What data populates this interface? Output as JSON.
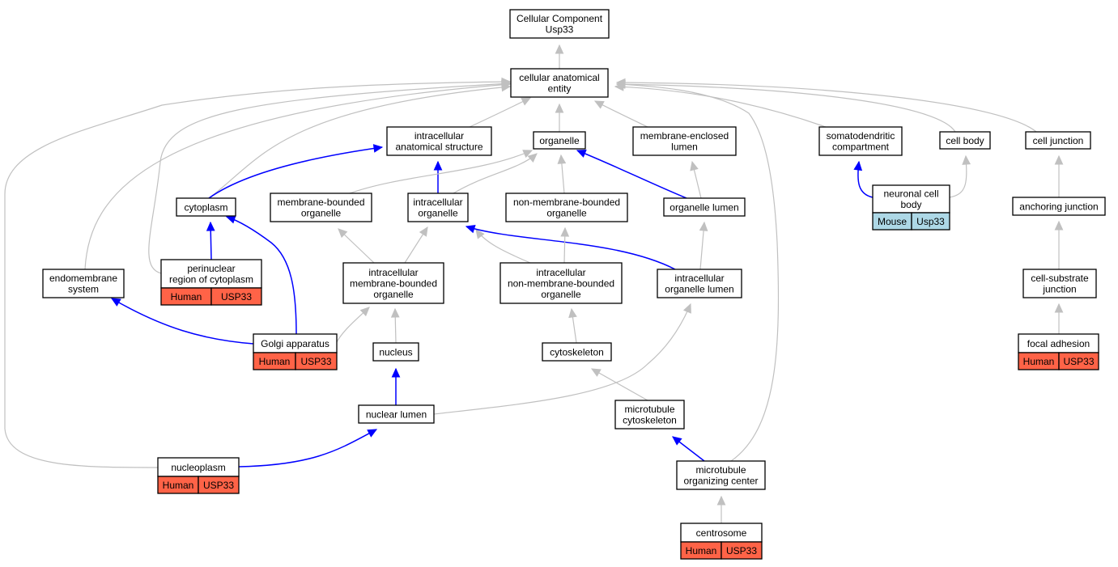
{
  "colors": {
    "human": "#ff6347",
    "mouse": "#add8e6",
    "edge_is_a": "#c0c0c0",
    "edge_part_of": "#0000ff"
  },
  "nodes": [
    {
      "id": "root",
      "lines": [
        "Cellular Component",
        "Usp33"
      ]
    },
    {
      "id": "cae",
      "lines": [
        "cellular anatomical",
        "entity"
      ]
    },
    {
      "id": "ias",
      "lines": [
        "intracellular",
        "anatomical structure"
      ]
    },
    {
      "id": "org",
      "lines": [
        "organelle"
      ]
    },
    {
      "id": "mel",
      "lines": [
        "membrane-enclosed",
        "lumen"
      ]
    },
    {
      "id": "somato",
      "lines": [
        "somatodendritic",
        "compartment"
      ]
    },
    {
      "id": "cellbody",
      "lines": [
        "cell body"
      ]
    },
    {
      "id": "celljunc",
      "lines": [
        "cell junction"
      ]
    },
    {
      "id": "cyto",
      "lines": [
        "cytoplasm"
      ]
    },
    {
      "id": "mbo",
      "lines": [
        "membrane-bounded",
        "organelle"
      ]
    },
    {
      "id": "io",
      "lines": [
        "intracellular",
        "organelle"
      ]
    },
    {
      "id": "nmbo",
      "lines": [
        "non-membrane-bounded",
        "organelle"
      ]
    },
    {
      "id": "ol",
      "lines": [
        "organelle lumen"
      ]
    },
    {
      "id": "ncb",
      "lines": [
        "neuronal cell",
        "body"
      ],
      "annot": [
        "Mouse",
        "Usp33"
      ],
      "species": "mouse"
    },
    {
      "id": "aj",
      "lines": [
        "anchoring junction"
      ]
    },
    {
      "id": "endo",
      "lines": [
        "endomembrane",
        "system"
      ]
    },
    {
      "id": "peri",
      "lines": [
        "perinuclear",
        "region of cytoplasm"
      ],
      "annot": [
        "Human",
        "USP33"
      ],
      "species": "human"
    },
    {
      "id": "imbo",
      "lines": [
        "intracellular",
        "membrane-bounded",
        "organelle"
      ]
    },
    {
      "id": "inmbo",
      "lines": [
        "intracellular",
        "non-membrane-bounded",
        "organelle"
      ]
    },
    {
      "id": "iol",
      "lines": [
        "intracellular",
        "organelle lumen"
      ]
    },
    {
      "id": "csj",
      "lines": [
        "cell-substrate",
        "junction"
      ]
    },
    {
      "id": "golgi",
      "lines": [
        "Golgi apparatus"
      ],
      "annot": [
        "Human",
        "USP33"
      ],
      "species": "human"
    },
    {
      "id": "nucleus",
      "lines": [
        "nucleus"
      ]
    },
    {
      "id": "cytosk",
      "lines": [
        "cytoskeleton"
      ]
    },
    {
      "id": "fa",
      "lines": [
        "focal adhesion"
      ],
      "annot": [
        "Human",
        "USP33"
      ],
      "species": "human"
    },
    {
      "id": "nl",
      "lines": [
        "nuclear lumen"
      ]
    },
    {
      "id": "mtc",
      "lines": [
        "microtubule",
        "cytoskeleton"
      ]
    },
    {
      "id": "nucleoplasm",
      "lines": [
        "nucleoplasm"
      ],
      "annot": [
        "Human",
        "USP33"
      ],
      "species": "human"
    },
    {
      "id": "mtoc",
      "lines": [
        "microtubule",
        "organizing center"
      ]
    },
    {
      "id": "centrosome",
      "lines": [
        "centrosome"
      ],
      "annot": [
        "Human",
        "USP33"
      ],
      "species": "human"
    }
  ],
  "edges": [
    {
      "from": "cae",
      "to": "root",
      "type": "is_a"
    },
    {
      "from": "ias",
      "to": "cae",
      "type": "is_a"
    },
    {
      "from": "org",
      "to": "cae",
      "type": "is_a"
    },
    {
      "from": "mel",
      "to": "cae",
      "type": "is_a"
    },
    {
      "from": "somato",
      "to": "cae",
      "type": "is_a"
    },
    {
      "from": "cellbody",
      "to": "cae",
      "type": "is_a"
    },
    {
      "from": "celljunc",
      "to": "cae",
      "type": "is_a"
    },
    {
      "from": "cyto",
      "to": "cae",
      "type": "is_a"
    },
    {
      "from": "endo",
      "to": "cae",
      "type": "is_a"
    },
    {
      "from": "peri",
      "to": "cae",
      "type": "is_a"
    },
    {
      "from": "nucleoplasm",
      "to": "cae",
      "type": "is_a"
    },
    {
      "from": "mtoc",
      "to": "cae",
      "type": "is_a"
    },
    {
      "from": "cyto",
      "to": "ias",
      "type": "part_of"
    },
    {
      "from": "io",
      "to": "ias",
      "type": "part_of"
    },
    {
      "from": "mbo",
      "to": "org",
      "type": "is_a"
    },
    {
      "from": "io",
      "to": "org",
      "type": "is_a"
    },
    {
      "from": "nmbo",
      "to": "org",
      "type": "is_a"
    },
    {
      "from": "ol",
      "to": "org",
      "type": "part_of"
    },
    {
      "from": "ol",
      "to": "mel",
      "type": "is_a"
    },
    {
      "from": "ncb",
      "to": "somato",
      "type": "part_of"
    },
    {
      "from": "ncb",
      "to": "cellbody",
      "type": "is_a"
    },
    {
      "from": "aj",
      "to": "celljunc",
      "type": "is_a"
    },
    {
      "from": "peri",
      "to": "cyto",
      "type": "part_of"
    },
    {
      "from": "golgi",
      "to": "cyto",
      "type": "part_of"
    },
    {
      "from": "imbo",
      "to": "mbo",
      "type": "is_a"
    },
    {
      "from": "imbo",
      "to": "io",
      "type": "is_a"
    },
    {
      "from": "inmbo",
      "to": "io",
      "type": "is_a"
    },
    {
      "from": "iol",
      "to": "io",
      "type": "part_of"
    },
    {
      "from": "inmbo",
      "to": "nmbo",
      "type": "is_a"
    },
    {
      "from": "iol",
      "to": "ol",
      "type": "is_a"
    },
    {
      "from": "csj",
      "to": "aj",
      "type": "is_a"
    },
    {
      "from": "golgi",
      "to": "endo",
      "type": "part_of"
    },
    {
      "from": "golgi",
      "to": "imbo",
      "type": "is_a"
    },
    {
      "from": "nucleus",
      "to": "imbo",
      "type": "is_a"
    },
    {
      "from": "cytosk",
      "to": "inmbo",
      "type": "is_a"
    },
    {
      "from": "nl",
      "to": "iol",
      "type": "is_a"
    },
    {
      "from": "fa",
      "to": "csj",
      "type": "is_a"
    },
    {
      "from": "nl",
      "to": "nucleus",
      "type": "part_of"
    },
    {
      "from": "mtc",
      "to": "cytosk",
      "type": "is_a"
    },
    {
      "from": "nucleoplasm",
      "to": "nl",
      "type": "part_of"
    },
    {
      "from": "mtoc",
      "to": "mtc",
      "type": "part_of"
    },
    {
      "from": "centrosome",
      "to": "mtoc",
      "type": "is_a"
    }
  ]
}
